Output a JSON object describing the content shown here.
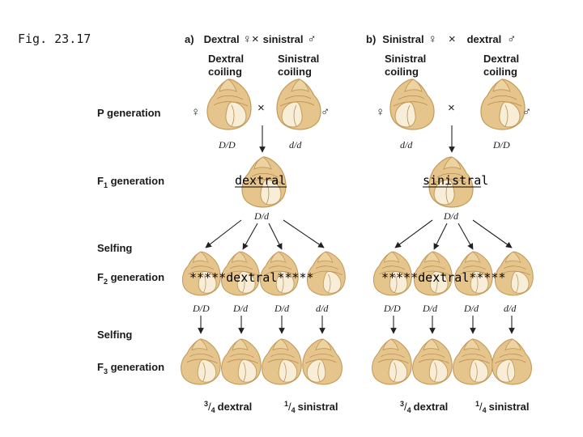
{
  "figure_label": "Fig. 23.17",
  "panels": [
    {
      "letter": "a)",
      "cross": {
        "female_parent": "Dextral",
        "male_parent": "sinistral",
        "female_symbol": "♀",
        "cross_symbol": "×",
        "male_symbol": "♂"
      },
      "parents": [
        {
          "label_line1": "Dextral",
          "label_line2": "coiling",
          "genotype": "D/D",
          "symbol": "♀"
        },
        {
          "label_line1": "Sinistral",
          "label_line2": "coiling",
          "genotype": "d/d",
          "symbol": "♂"
        }
      ],
      "p_cross": "×",
      "f1_overlay": "dextral",
      "f1_genotype": "D/d",
      "f2_overlay": "*****dextral*****",
      "f2_genotypes": [
        "D/D",
        "D/d",
        "D/d",
        "d/d"
      ],
      "f3_ratio": {
        "left_num": "3",
        "left_den": "4",
        "left_word": "dextral",
        "right_num": "1",
        "right_den": "4",
        "right_word": "sinistral"
      }
    },
    {
      "letter": "b)",
      "cross": {
        "female_parent": "Sinistral",
        "male_parent": "dextral",
        "female_symbol": "♀",
        "cross_symbol": "×",
        "male_symbol": "♂"
      },
      "parents": [
        {
          "label_line1": "Sinistral",
          "label_line2": "coiling",
          "genotype": "d/d",
          "symbol": "♀"
        },
        {
          "label_line1": "Dextral",
          "label_line2": "coiling",
          "genotype": "D/D",
          "symbol": "♂"
        }
      ],
      "p_cross": "×",
      "f1_overlay": "sinistral",
      "f1_genotype": "D/d",
      "f2_overlay": "*****dextral*****",
      "f2_genotypes": [
        "D/D",
        "D/d",
        "D/d",
        "d/d"
      ],
      "f3_ratio": {
        "left_num": "3",
        "left_den": "4",
        "left_word": "dextral",
        "right_num": "1",
        "right_den": "4",
        "right_word": "sinistral"
      }
    }
  ],
  "row_labels": {
    "p": "P generation",
    "f1_prefix": "F",
    "f1_sub": "1",
    "f1_suffix": " generation",
    "selfing1": "Selfing",
    "f2_prefix": "F",
    "f2_sub": "2",
    "f2_suffix": " generation",
    "selfing2": "Selfing",
    "f3_prefix": "F",
    "f3_sub": "3",
    "f3_suffix": " generation"
  }
}
